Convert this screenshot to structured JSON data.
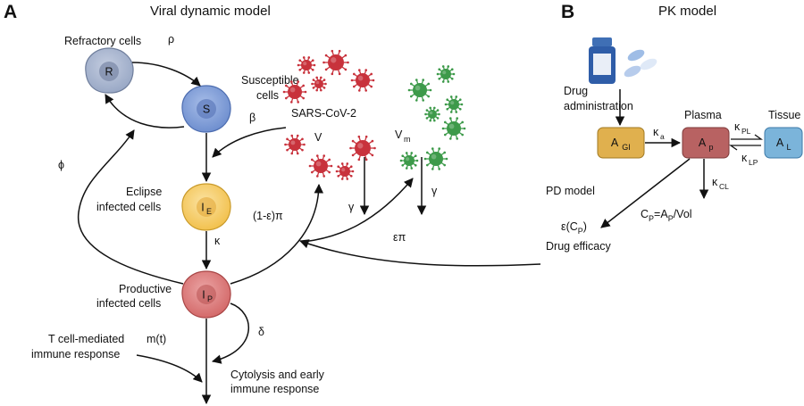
{
  "panels": {
    "a": {
      "letter": "A",
      "title": "Viral dynamic model"
    },
    "b": {
      "letter": "B",
      "title": "PK model"
    }
  },
  "cells": {
    "refractory": {
      "label": "Refractory cells",
      "symbol": "R",
      "color": "#9aa9c6"
    },
    "susceptible": {
      "label_1": "Susceptible",
      "label_2": "cells",
      "symbol": "S",
      "color": "#6f8fcf"
    },
    "eclipse": {
      "label_1": "Eclipse",
      "label_2": "infected cells",
      "symbol": "I",
      "sub": "E",
      "color": "#f2c14e"
    },
    "productive": {
      "label_1": "Productive",
      "label_2": "infected cells",
      "symbol": "I",
      "sub": "P",
      "color": "#d46a6a"
    }
  },
  "rates": {
    "rho": "ρ",
    "beta": "β",
    "phi": "ϕ",
    "kappa": "κ",
    "delta": "δ",
    "gamma": "γ",
    "gamma_m": "γ",
    "infectious_production": "(1-ε)π",
    "noninfectious_production": "επ",
    "mt": "m(t)"
  },
  "virus": {
    "label": "SARS-CoV-2",
    "v_label": "V",
    "vm_label": "V",
    "vm_sub": "m",
    "infectious_color": "#c8323c",
    "noninfectious_color": "#3d9a4a"
  },
  "immune": {
    "tcell_1": "T cell-mediated",
    "tcell_2": "immune response",
    "cytolysis_1": "Cytolysis and early",
    "cytolysis_2": "immune response"
  },
  "pk": {
    "drug_admin_1": "Drug",
    "drug_admin_2": "administration",
    "agi": {
      "main": "A",
      "sub": "GI",
      "color": "#e0b04e"
    },
    "ap": {
      "main": "A",
      "sub": "p",
      "color": "#b86262"
    },
    "al": {
      "main": "A",
      "sub": "L",
      "color": "#7bb4da"
    },
    "plasma": "Plasma",
    "tissue": "Tissue",
    "ka": {
      "main": "κ",
      "sub": "a"
    },
    "kpl": {
      "main": "κ",
      "sub": "PL"
    },
    "klp": {
      "main": "κ",
      "sub": "LP"
    },
    "kcl": {
      "main": "κ",
      "sub": "CL"
    },
    "pd_model": "PD model",
    "eff_1": "ε(C",
    "eff_sub": "P",
    "eff_2": ")",
    "drug_efficacy": "Drug efficacy",
    "cp_1": "C",
    "cp_sub": "P",
    "cp_2": "=A",
    "cp_sub2": "P",
    "cp_3": "/Vol"
  }
}
